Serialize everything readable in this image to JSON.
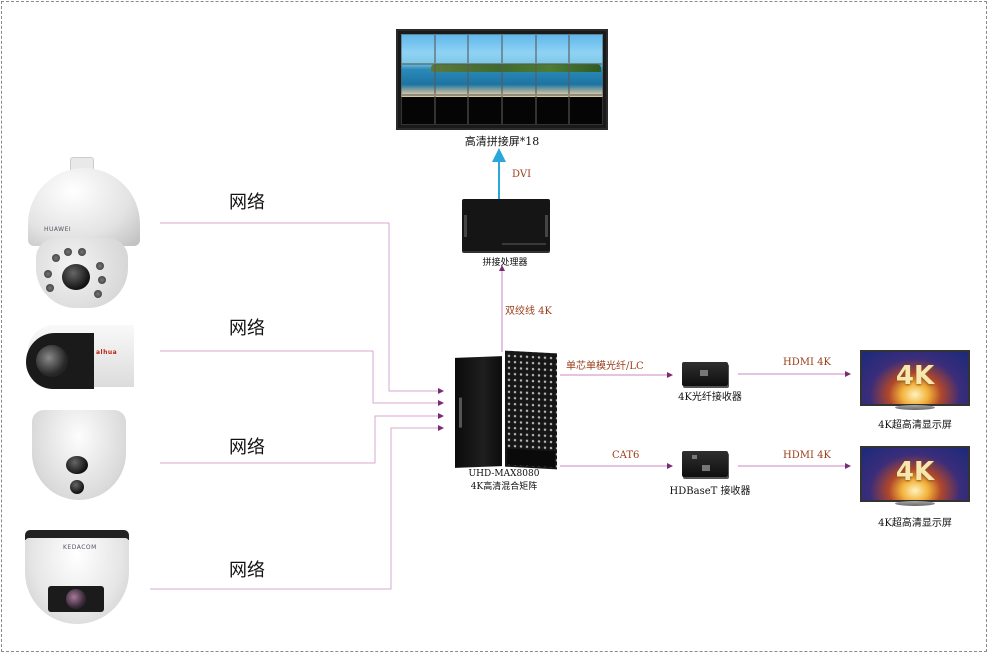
{
  "diagram": {
    "title": "4K高清混合矩阵系统拓扑",
    "sources": [
      {
        "id": "cam-ptz",
        "brand": "HUAWEI",
        "link_label": "网络"
      },
      {
        "id": "cam-bullet",
        "brand": "alhua",
        "link_label": "网络"
      },
      {
        "id": "cam-dome",
        "brand": "",
        "link_label": "网络"
      },
      {
        "id": "cam-speed-dome",
        "brand": "KEDACOM",
        "link_label": "网络"
      }
    ],
    "video_wall": {
      "label": "高清拼接屏*18",
      "columns": 6,
      "rows": 3
    },
    "processor": {
      "label": "拼接处理器",
      "output_link": "DVI"
    },
    "matrix": {
      "model": "UHD-MAX8080",
      "label": "4K高清混合矩阵",
      "to_processor_link": "双绞线 4K"
    },
    "fiber_receiver": {
      "label": "4K光纤接收器",
      "input_link": "单芯单模光纤/LC",
      "output_link": "HDMI 4K"
    },
    "hdbaset_receiver": {
      "label": "HDBaseT 接收器",
      "input_link": "CAT6",
      "output_link": "HDMI 4K"
    },
    "displays": [
      {
        "label": "4K超高清显示屏",
        "badge": "4K"
      },
      {
        "label": "4K超高清显示屏",
        "badge": "4K"
      }
    ],
    "colors": {
      "network_line": "#d9a9d2",
      "arrow": "#7a2c72",
      "dvi_line": "#2aa6d9",
      "link_label": "#9a3d1a"
    }
  }
}
